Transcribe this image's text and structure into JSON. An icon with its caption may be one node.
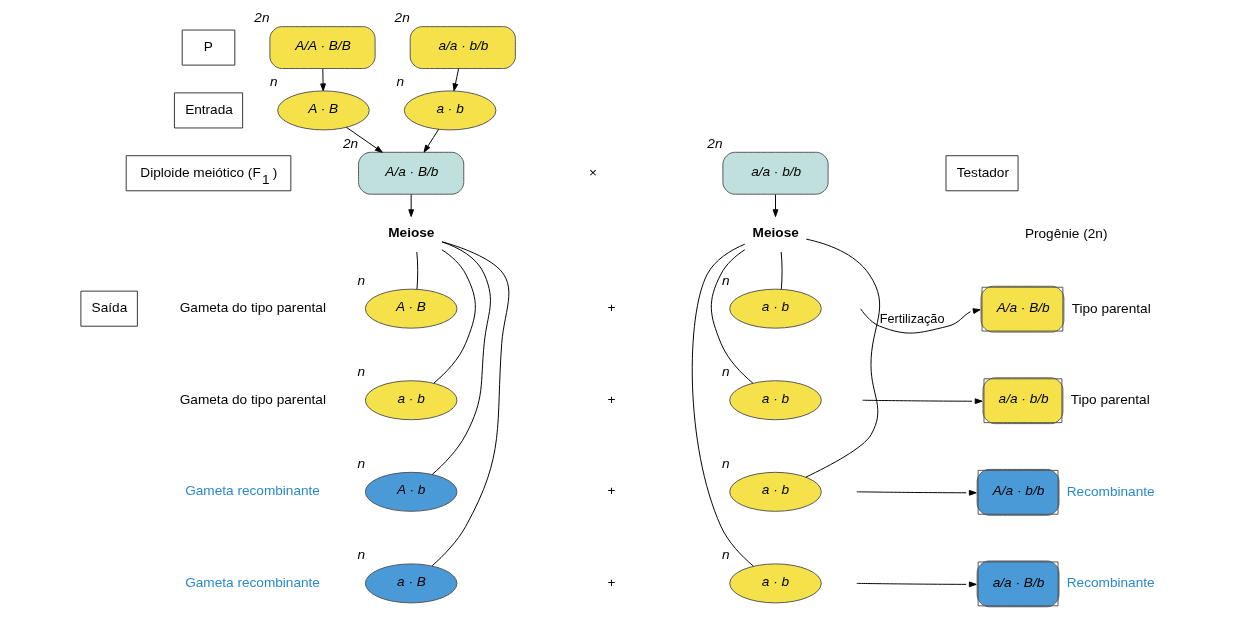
{
  "diagram": {
    "nodes": [
      {
        "text": [
          "P"
        ]
      },
      {
        "text": [
          "Entrada"
        ]
      },
      {
        "text": [
          "Diploide meiótico (F$_{1}$)"
        ]
      },
      {
        "text": [
          "Testador"
        ]
      },
      {
        "text": [
          "Saída"
        ]
      },
      {
        "text": [
          "A/A · B/B"
        ],
        "beside": [
          "2n"
        ]
      },
      {
        "text": [
          "a/a · b/b"
        ],
        "beside": [
          "2n"
        ]
      },
      {
        "text": [
          "A · B"
        ],
        "beside": [
          "n"
        ]
      },
      {
        "text": [
          "a · b"
        ],
        "beside": [
          "n"
        ]
      },
      {
        "text": [
          "A/a · B/b"
        ],
        "beside": [
          "2n"
        ]
      },
      {
        "text": [
          "a/a · b/b"
        ],
        "beside": [
          "2n"
        ]
      },
      {
        "text": [
          "Meiose"
        ]
      },
      {
        "text": [
          "Meiose"
        ]
      },
      {
        "text": [
          "A · B"
        ],
        "beside": [
          "n"
        ]
      },
      {
        "text": [
          "a · b"
        ],
        "beside": [
          "n"
        ]
      },
      {
        "text": [
          "A · b"
        ],
        "beside": [
          "n"
        ]
      },
      {
        "text": [
          "a · B"
        ],
        "beside": [
          "n"
        ]
      },
      {
        "text": [
          "a · b"
        ],
        "beside": [
          "n"
        ]
      },
      {
        "text": [
          "a · b"
        ],
        "beside": [
          "n"
        ]
      },
      {
        "text": [
          "a · b"
        ],
        "beside": [
          "n"
        ]
      },
      {
        "text": [
          "a · b"
        ],
        "beside": [
          "n"
        ]
      },
      {
        "text": [
          "A/a · B/b"
        ],
        "beside": [
          "Tipo parental"
        ]
      },
      {
        "text": [
          "a/a · b/b"
        ],
        "beside": [
          "Tipo parental"
        ]
      },
      {
        "text": [
          "A/a · b/b"
        ],
        "beside": [
          "Recombinante"
        ]
      },
      {
        "text": [
          "a/a · B/b"
        ],
        "beside": [
          "Recombinante"
        ]
      }
    ],
    "edges": [
      {
        "from": 5,
        "to": 7,
        "arrow": "to"
      },
      {
        "from": 6,
        "to": 8,
        "arrow": "to"
      },
      {
        "from": 7,
        "to": 9,
        "arrow": "to"
      },
      {
        "from": 8,
        "to": 9,
        "arrow": "to"
      },
      {
        "from": 9,
        "to": 11,
        "arrow": "to"
      },
      {
        "from": 10,
        "to": 12,
        "arrow": "to"
      },
      {
        "from": 11,
        "to": 13,
        "arrow": "none"
      },
      {
        "from": 11,
        "to": 14,
        "arrow": "none"
      },
      {
        "from": 11,
        "to": 15,
        "arrow": "none"
      },
      {
        "from": 11,
        "to": 16,
        "arrow": "none"
      },
      {
        "from": 12,
        "to": 17,
        "arrow": "none"
      },
      {
        "from": 12,
        "to": 18,
        "arrow": "none"
      },
      {
        "from": 12,
        "to": 19,
        "arrow": "none"
      },
      {
        "from": 12,
        "to": 20,
        "arrow": "none"
      },
      {
        "from": null,
        "to": 21,
        "arrow": "to",
        "label": "Fertilização"
      },
      {
        "from": null,
        "to": 22,
        "arrow": "to"
      },
      {
        "from": null,
        "to": 23,
        "arrow": "to"
      },
      {
        "from": null,
        "to": 24,
        "arrow": "to"
      }
    ],
    "labels": [
      "×",
      "Progênie (2n)",
      "Gameta do tipo parental",
      "+",
      "Gameta do tipo parental",
      "+",
      "Gameta recombinante",
      "+",
      "Gameta recombinante",
      "+"
    ]
  }
}
